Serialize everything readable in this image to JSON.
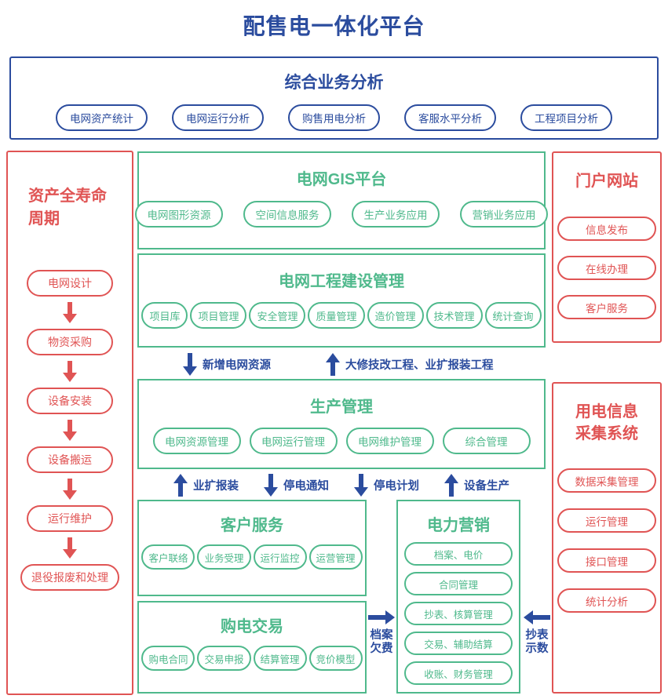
{
  "title": "配售电一体化平台",
  "colors": {
    "blue": "#2B4C9E",
    "red": "#E05454",
    "green": "#4FB98C"
  },
  "analysis": {
    "title": "综合业务分析",
    "pills": [
      "电网资产统计",
      "电网运行分析",
      "购售用电分析",
      "客服水平分析",
      "工程项目分析"
    ]
  },
  "lifecycle": {
    "title_line1": "资产全寿命",
    "title_line2": "周期",
    "items": [
      "电网设计",
      "物资采购",
      "设备安装",
      "设备搬运",
      "运行维护",
      "退役报废和处理"
    ]
  },
  "gis": {
    "title": "电网GIS平台",
    "pills": [
      "电网图形资源",
      "空间信息服务",
      "生产业务应用",
      "营销业务应用"
    ]
  },
  "construction": {
    "title": "电网工程建设管理",
    "pills": [
      "项目库",
      "项目管理",
      "安全管理",
      "质量管理",
      "造价管理",
      "技术管理",
      "统计查询"
    ]
  },
  "production": {
    "title": "生产管理",
    "pills": [
      "电网资源管理",
      "电网运行管理",
      "电网维护管理",
      "综合管理"
    ]
  },
  "customer": {
    "title": "客户服务",
    "pills": [
      "客户联络",
      "业务受理",
      "运行监控",
      "运营管理"
    ]
  },
  "purchase": {
    "title": "购电交易",
    "pills": [
      "购电合同",
      "交易申报",
      "结算管理",
      "竞价模型"
    ]
  },
  "marketing": {
    "title": "电力营销",
    "pills": [
      "档案、电价",
      "合同管理",
      "抄表、核算管理",
      "交易、辅助结算",
      "收账、财务管理"
    ]
  },
  "portal": {
    "title": "门户网站",
    "pills": [
      "信息发布",
      "在线办理",
      "客户服务"
    ]
  },
  "collection": {
    "title_line1": "用电信息",
    "title_line2": "采集系统",
    "pills": [
      "数据采集管理",
      "运行管理",
      "接口管理",
      "统计分析"
    ]
  },
  "flows": {
    "transfer": [
      {
        "dir": "down",
        "label": "新增电网资源"
      },
      {
        "dir": "up",
        "label": "大修技改工程、业扩报装工程"
      }
    ],
    "production": [
      {
        "dir": "up",
        "label": "业扩报装"
      },
      {
        "dir": "down",
        "label": "停电通知"
      },
      {
        "dir": "down",
        "label": "停电计划"
      },
      {
        "dir": "up",
        "label": "设备生产"
      }
    ],
    "archive_fee": {
      "line1": "档案",
      "line2": "欠费"
    },
    "meter_reading": {
      "line1": "抄表",
      "line2": "示数"
    }
  }
}
